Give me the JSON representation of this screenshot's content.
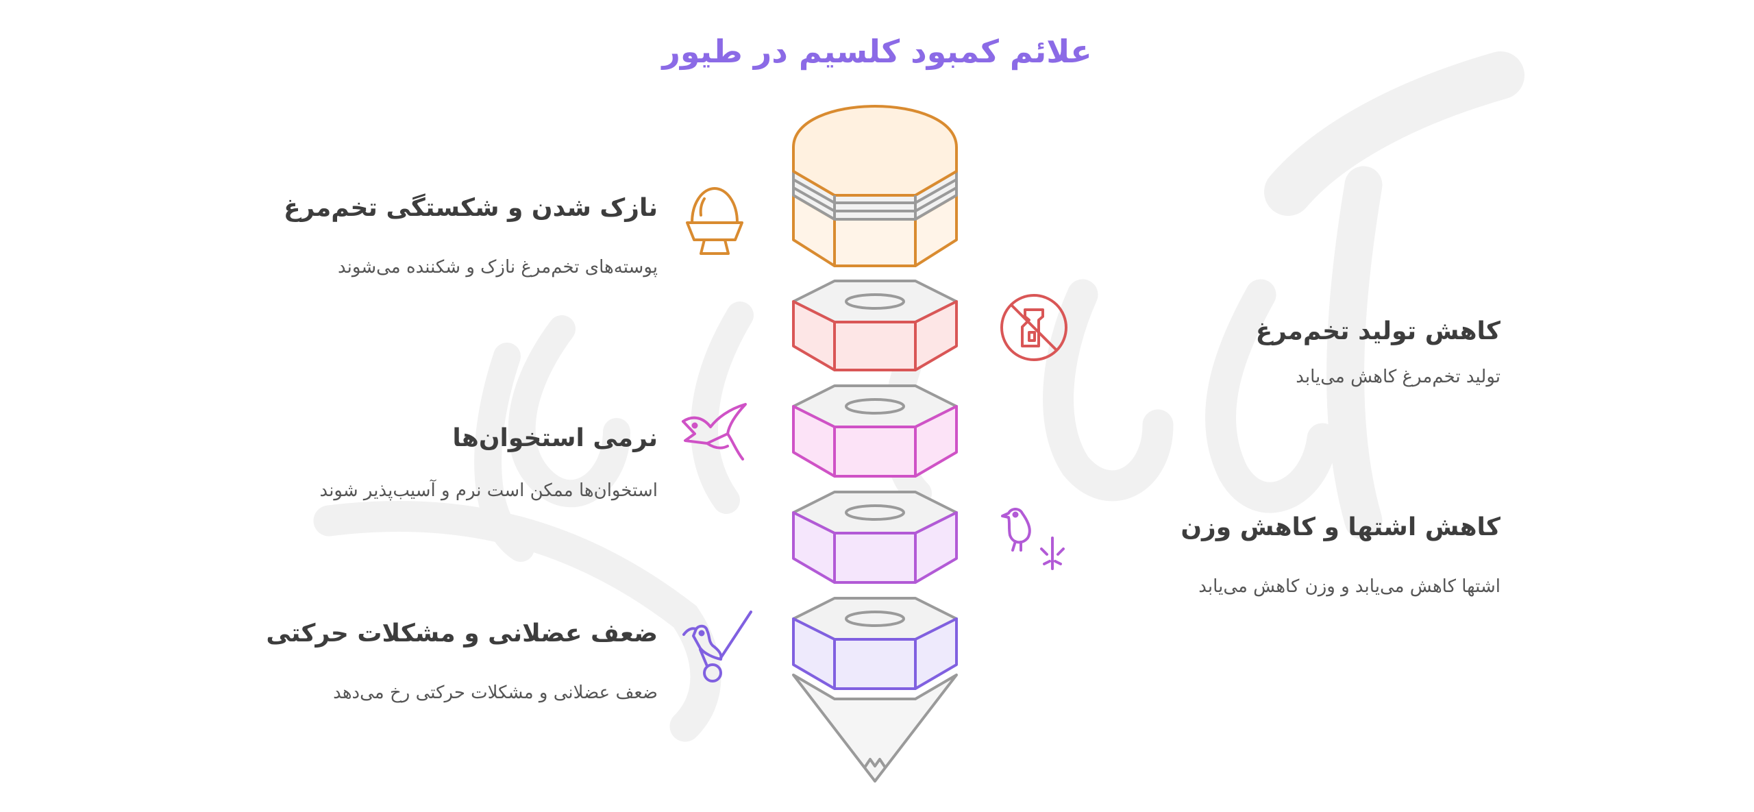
{
  "title": "علائم کمبود کلسیم در طیور",
  "colors": {
    "title": "#8b6ae6",
    "text_heading": "#3d3d3d",
    "text_body": "#555555",
    "orange": "#d98b30",
    "red": "#d95656",
    "pink": "#cf52c6",
    "violet": "#b25ad6",
    "purple": "#8060e0",
    "gray": "#9a9a9a",
    "watermark": "#f1f1f1"
  },
  "items": [
    {
      "side": "left",
      "heading": "نازک شدن و شکستگی تخم‌مرغ",
      "body": "پوسته‌های تخم‌مرغ نازک و شکننده می‌شوند",
      "icon": "egg-in-cup-icon",
      "color": "#d98b30"
    },
    {
      "side": "right",
      "heading": "کاهش تولید تخم‌مرغ",
      "body": "تولید تخم‌مرغ کاهش می‌یابد",
      "icon": "no-bottle-icon",
      "color": "#d95656"
    },
    {
      "side": "left",
      "heading": "نرمی استخوان‌ها",
      "body": "استخوان‌ها ممکن است نرم و آسیب‌پذیر شوند",
      "icon": "flying-bird-icon",
      "color": "#cf52c6"
    },
    {
      "side": "right",
      "heading": "کاهش اشتها و کاهش وزن",
      "body": "اشتها کاهش می‌یابد و وزن کاهش می‌یابد",
      "icon": "pecking-bird-icon",
      "color": "#b25ad6"
    },
    {
      "side": "left",
      "heading": "ضعف عضلانی و مشکلات حرکتی",
      "body": "ضعف عضلانی و مشکلات حرکتی رخ می‌دهد",
      "icon": "bird-toy-icon",
      "color": "#8060e0"
    }
  ]
}
